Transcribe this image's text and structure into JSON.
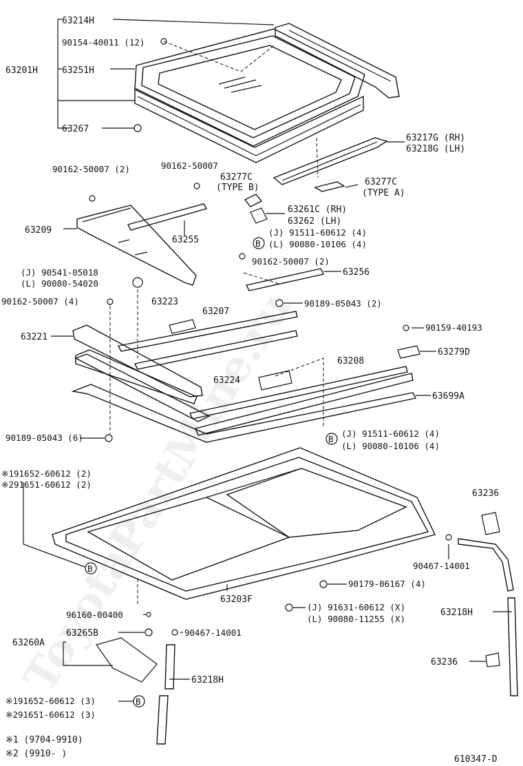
{
  "watermark": "ToyotaPartMine.ru",
  "figure_code": "610347-D",
  "circle_ref": "B",
  "labels": {
    "p63214H": "63214H",
    "p90154": "90154-40011 (12)",
    "p63201H": "63201H",
    "p63251H": "63251H",
    "p63267": "63267",
    "p63217G": "63217G (RH)",
    "p63218G": "63218G (LH)",
    "p90162_2": "90162-50007 (2)",
    "p90162": "90162-50007",
    "p63277C_B": "63277C",
    "typeB": "(TYPE B)",
    "p63277C_A": "63277C",
    "typeA": "(TYPE A)",
    "p63209": "63209",
    "p63255": "63255",
    "p63261C": "63261C (RH)",
    "p63262": "63262  (LH)",
    "j91511a": "(J) 91511-60612 (4)",
    "l90080a": "(L) 90080-10106 (4)",
    "j90541": "(J) 90541-05018",
    "l90080b": "(L) 90080-54020",
    "p90162_2b": "90162-50007 (2)",
    "p63256": "63256",
    "p90162_4": "90162-50007 (4)",
    "p63223": "63223",
    "p90189_2": "90189-05043 (2)",
    "p63207": "63207",
    "p90159": "90159-40193",
    "p63221": "63221",
    "p63279D": "63279D",
    "p63208": "63208",
    "p63224": "63224",
    "p63699A": "63699A",
    "p90189_6": "90189-05043 (6)",
    "j91511b": "(J)  91511-60612 (4)",
    "l90080c": "(L)  90080-10106 (4)",
    "s1_91652": "※191652-60612 (2)",
    "s2_91651": "※291651-60612 (2)",
    "p63236a": "63236",
    "p90467a": "90467-14001",
    "p90179": "90179-06167 (4)",
    "p63203F": "63203F",
    "j91631": "(J) 91631-60612 (X)",
    "l90080d": "(L) 90080-11255 (X)",
    "p63218H_r": "63218H",
    "p96160": "96160-00400",
    "p63265B": "63265B",
    "p63260A": "63260A",
    "p90467b": "90467-14001",
    "p63236b": "63236",
    "p63218H_b": "63218H",
    "s1_91652b": "※191652-60612 (3)",
    "s2_91651b": "※291651-60612 (3)",
    "note1": "※1 (9704-9910)",
    "note2": "※2 (9910-      )"
  }
}
